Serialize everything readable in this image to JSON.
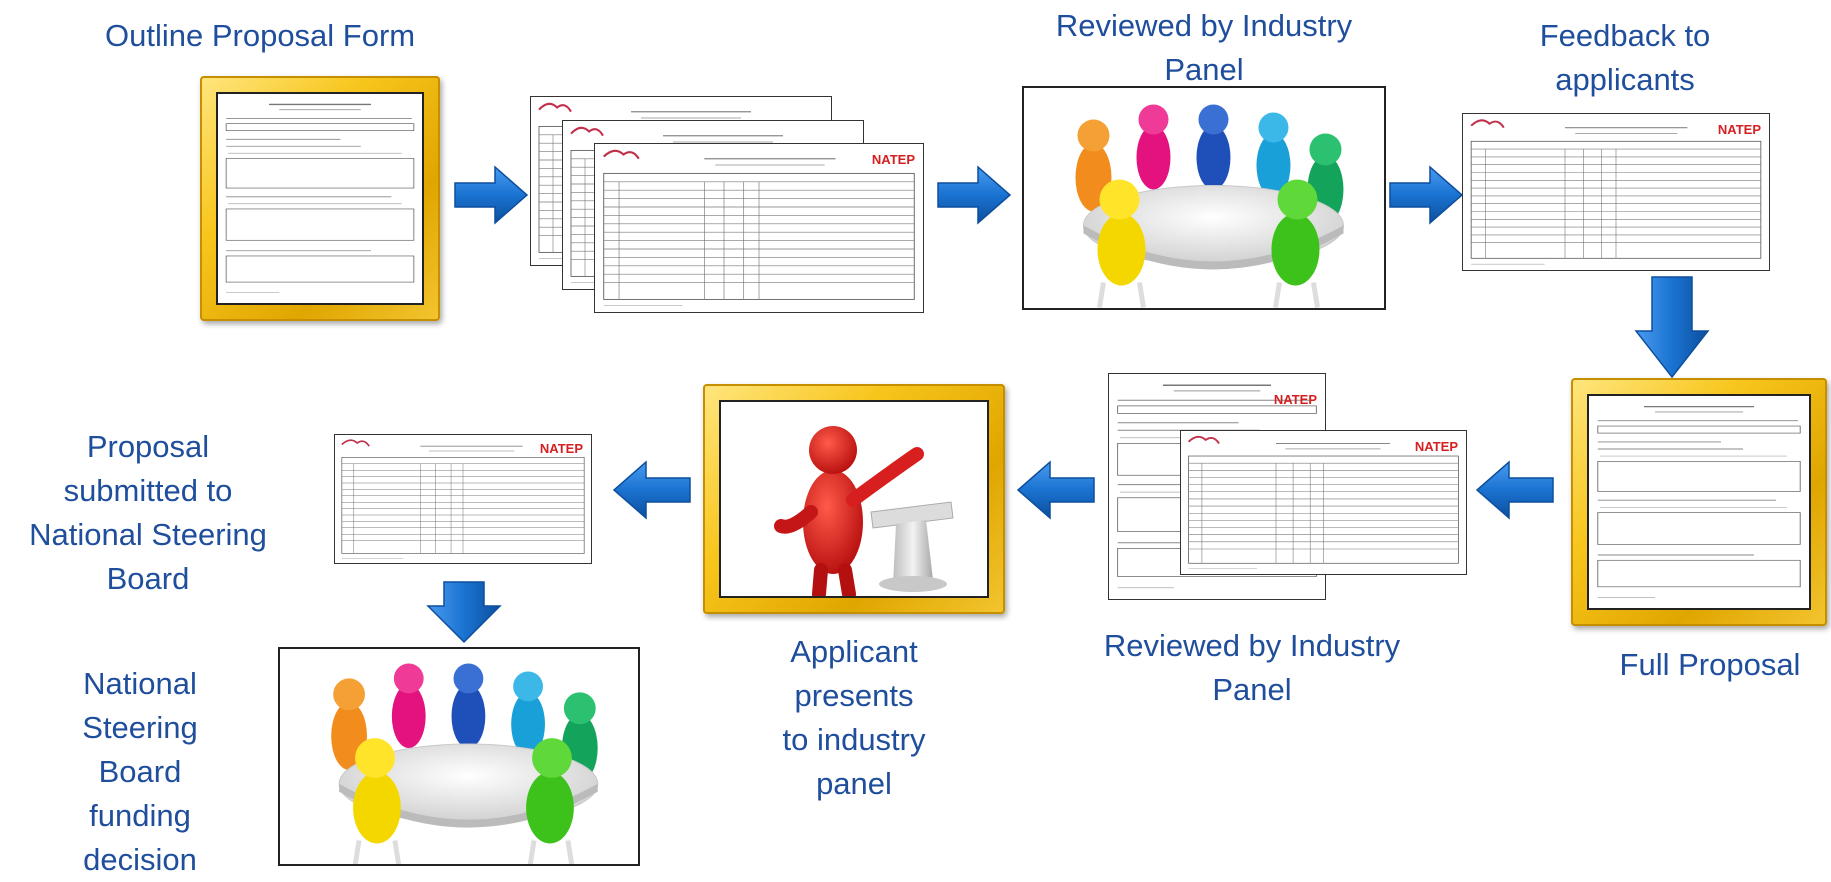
{
  "labels": {
    "outline_proposal": "Outline Proposal Form",
    "reviewed_top_line1": "Reviewed by Industry",
    "reviewed_top_line2": "Panel",
    "feedback_line1": "Feedback to",
    "feedback_line2": "applicants",
    "full_proposal": "Full Proposal",
    "reviewed_bottom_line1": "Reviewed by Industry",
    "reviewed_bottom_line2": "Panel",
    "applicant_line1": "Applicant",
    "applicant_line2": "presents",
    "applicant_line3": "to industry",
    "applicant_line4": "panel",
    "submitted_line1": "Proposal",
    "submitted_line2": "submitted to",
    "submitted_line3": "National Steering",
    "submitted_line4": "Board",
    "decision_line1": "National",
    "decision_line2": "Steering",
    "decision_line3": "Board",
    "decision_line4": "funding",
    "decision_line5": "decision"
  },
  "doc_logo_text": "NATEP",
  "colors": {
    "label_blue": "#1f4e9c",
    "arrow_blue": "#1a73d1",
    "frame_gold": "#f7c51b",
    "logo_red": "#d42020"
  },
  "icons": {
    "arrow": "arrow-icon",
    "meeting": "meeting-table-icon",
    "presenter": "presenter-podium-icon",
    "document": "document-thumbnail-icon"
  }
}
